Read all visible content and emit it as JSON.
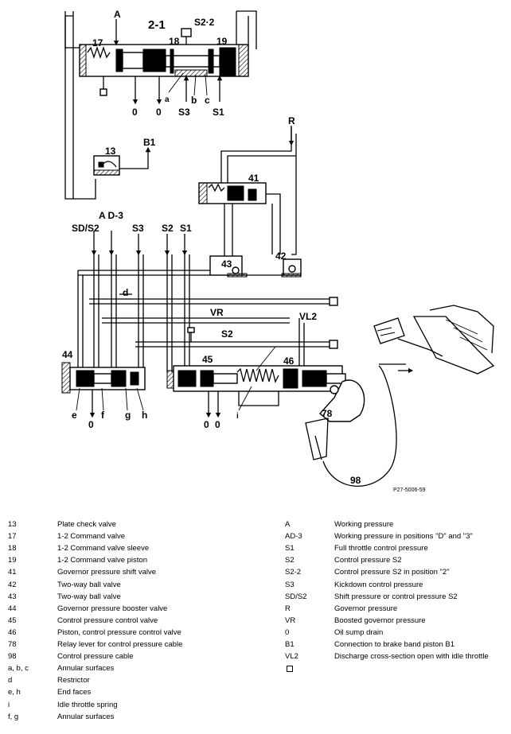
{
  "diagram": {
    "title": "2-1",
    "figure_code": "P27-5006-59",
    "labels": {
      "A": "A",
      "S2_2": "S2·2",
      "n17": "17",
      "n18": "18",
      "n19": "19",
      "a": "a",
      "b": "b",
      "c": "c",
      "zero1": "0",
      "zero2": "0",
      "S3_top": "S3",
      "S1_top": "S1",
      "R": "R",
      "n13": "13",
      "B1": "B1",
      "n41": "41",
      "AD3": "A D-3",
      "SDS2": "SD/S2",
      "S3": "S3",
      "S2": "S2",
      "S1": "S1",
      "n43": "43",
      "n42": "42",
      "d": "d",
      "VR": "VR",
      "VL2": "VL2",
      "S2_mid": "S2",
      "n44": "44",
      "n45": "45",
      "n46": "46",
      "e": "e",
      "f": "f",
      "g": "g",
      "h": "h",
      "i": "i",
      "zero3": "0",
      "zero4": "0",
      "zero5": "0",
      "n78": "78",
      "n98": "98"
    }
  },
  "legend": {
    "left_items": [
      {
        "key": "13",
        "value": "Plate check valve"
      },
      {
        "key": "17",
        "value": "1-2 Command valve"
      },
      {
        "key": "18",
        "value": "1-2 Command valve sleeve"
      },
      {
        "key": "19",
        "value": "1-2 Command valve piston"
      },
      {
        "key": "41",
        "value": "Governor pressure shift valve"
      },
      {
        "key": "42",
        "value": "Two-way ball valve"
      },
      {
        "key": "43",
        "value": "Two-way ball valve"
      },
      {
        "key": "44",
        "value": "Governor pressure booster valve"
      },
      {
        "key": "45",
        "value": "Control pressure control valve"
      },
      {
        "key": "46",
        "value": "Piston, control pressure control valve"
      },
      {
        "key": "78",
        "value": "Relay lever for control pressure cable"
      },
      {
        "key": "98",
        "value": "Control pressure cable"
      },
      {
        "key": "a, b, c",
        "value": "Annular surfaces"
      },
      {
        "key": "d",
        "value": "Restrictor"
      },
      {
        "key": "e, h",
        "value": "End faces"
      },
      {
        "key": "i",
        "value": "Idle throttle spring"
      },
      {
        "key": "f, g",
        "value": "Annular surfaces"
      }
    ],
    "right_items": [
      {
        "key": "A",
        "value": "Working pressure"
      },
      {
        "key": "AD-3",
        "value": "Working pressure in positions \"D\" and \"3\""
      },
      {
        "key": "S1",
        "value": "Full throttle control pressure"
      },
      {
        "key": "S2",
        "value": "Control pressure S2"
      },
      {
        "key": "S2-2",
        "value": "Control pressure S2 in position \"2\""
      },
      {
        "key": "S3",
        "value": "Kickdown control pressure"
      },
      {
        "key": "SD/S2",
        "value": "Shift pressure or control pressure S2"
      },
      {
        "key": "R",
        "value": "Governor pressure"
      },
      {
        "key": "VR",
        "value": "Boosted governor pressure"
      },
      {
        "key": "0",
        "value": "Oil sump drain"
      },
      {
        "key": "B1",
        "value": "Connection to brake band piston B1"
      },
      {
        "key": "VL2",
        "value": "Discharge cross-section open with idle throttle"
      }
    ]
  }
}
